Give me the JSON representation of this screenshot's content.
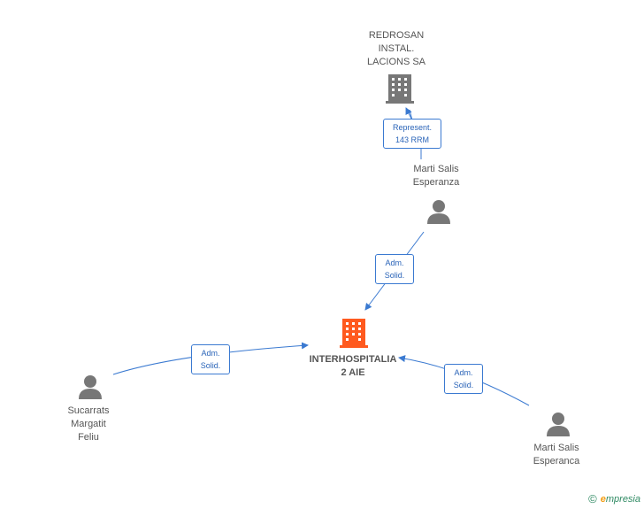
{
  "nodes": {
    "company_top": {
      "label": "REDROSAN\nINSTAL.\nLACIONS SA",
      "icon": "building-icon",
      "color": "#777777"
    },
    "center": {
      "label": "INTERHOSPITALIA\n2 AIE",
      "icon": "building-icon",
      "color": "#ff5a1f"
    },
    "person_mid": {
      "label": "Marti Salis\nEsperanza",
      "icon": "person-icon"
    },
    "person_left": {
      "label": "Sucarrats\nMargatit\nFeliu",
      "icon": "person-icon"
    },
    "person_right": {
      "label": "Marti Salis\nEsperanca",
      "icon": "person-icon"
    }
  },
  "edges": {
    "top": {
      "label": "Represent.\n143 RRM"
    },
    "mid": {
      "label": "Adm.\nSolid."
    },
    "left": {
      "label": "Adm.\nSolid."
    },
    "right": {
      "label": "Adm.\nSolid."
    }
  },
  "colors": {
    "edge": "#3b7ad1",
    "person": "#777777"
  },
  "watermark": {
    "symbol": "©",
    "brand_initial": "e",
    "brand_rest": "mpresia"
  }
}
